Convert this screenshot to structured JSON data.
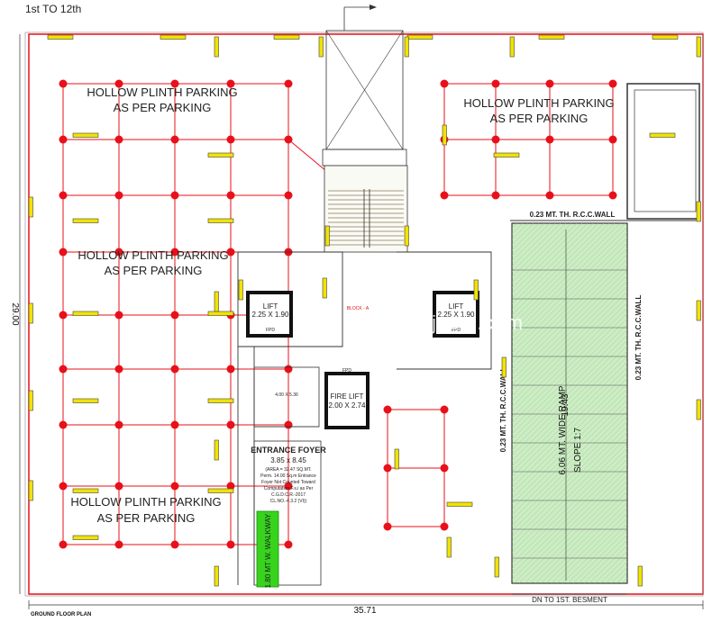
{
  "header": {
    "title": "1st TO 12th"
  },
  "footer": {
    "plan_label": "GROUND FLOOR PLAN"
  },
  "dimensions": {
    "width": "35.71",
    "height": "29.00"
  },
  "zones": {
    "parking_nw": [
      "HOLLOW PLINTH PARKING",
      "AS PER PARKING"
    ],
    "parking_w": [
      "HOLLOW PLINTH PARKING",
      "AS PER PARKING"
    ],
    "parking_sw": [
      "HOLLOW PLINTH PARKING",
      "AS PER PARKING"
    ],
    "parking_ne": [
      "HOLLOW PLINTH PARKING",
      "AS PER PARKING"
    ]
  },
  "lifts": {
    "left": {
      "name": "LIFT",
      "size": "2.25 X 1.90",
      "tag": "FPD"
    },
    "right": {
      "name": "LIFT",
      "size": "2.25 X 1.90",
      "tag": "FPD"
    },
    "fire": {
      "name": "FIRE LIFT",
      "size": "2.00 X 2.74",
      "tag": "FPD"
    }
  },
  "block_label": "BLOCK - A",
  "lobby_size": "4.00 X 5.36",
  "entrance": {
    "title": "ENTRANCE FOYER",
    "size": "3.85 x 8.45",
    "notes": [
      "(AREA = 32.47 SQ.MT.",
      "Perm. 14.00 Sq.m Entrance",
      "Foyer Not Counted Toward",
      "Computation F.s.i as Per",
      "C.G.D.C.R.-2017",
      "CL.NO.-4.3.2 (VI))"
    ]
  },
  "walkway": "1.80 MT W. WALKWAY",
  "ramp": {
    "length": "19.43",
    "width": "6.06 MT. WIDE RAMP",
    "slope": "SLOPE 1:7"
  },
  "walls": {
    "top": "0.23 MT. TH. R.C.C.WALL",
    "left": "0.23 MT. TH. R.C.C.WALL",
    "right": "0.23 MT. TH. R.C.C.WALL"
  },
  "ramp_exit": "DN TO 1ST. BESMENT",
  "watermark": "EasyProjects.com",
  "colors": {
    "column": "#e8101a",
    "beam": "#e8101a",
    "wall_marker": "#f1e300",
    "ramp": "#ccedc4",
    "walkway": "#37d31d"
  }
}
